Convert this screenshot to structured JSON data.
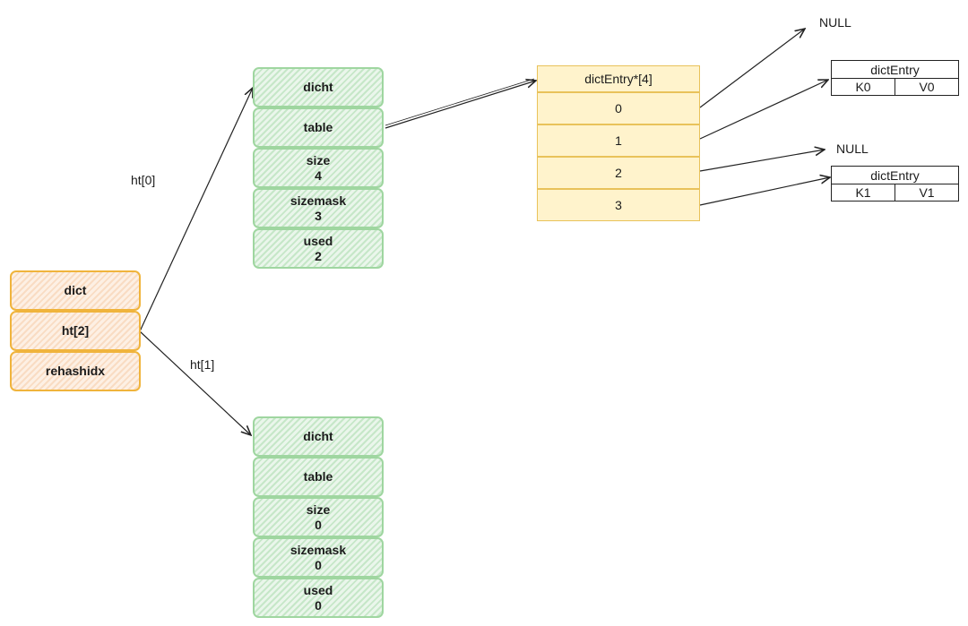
{
  "dict": {
    "title": "dict",
    "ht": "ht[2]",
    "rehashidx": "rehashidx"
  },
  "edges": {
    "ht0": "ht[0]",
    "ht1": "ht[1]"
  },
  "ht0": {
    "dicht": "dicht",
    "table": "table",
    "size_label": "size",
    "size_value": "4",
    "sizemask_label": "sizemask",
    "sizemask_value": "3",
    "used_label": "used",
    "used_value": "2"
  },
  "ht1": {
    "dicht": "dicht",
    "table": "table",
    "size_label": "size",
    "size_value": "0",
    "sizemask_label": "sizemask",
    "sizemask_value": "0",
    "used_label": "used",
    "used_value": "0"
  },
  "table_array": {
    "header": "dictEntry*[4]",
    "slots": [
      "0",
      "1",
      "2",
      "3"
    ]
  },
  "entries": {
    "null_a": "NULL",
    "null_b": "NULL",
    "entry0": {
      "title": "dictEntry",
      "key": "K0",
      "value": "V0"
    },
    "entry1": {
      "title": "dictEntry",
      "key": "K1",
      "value": "V1"
    }
  },
  "colors": {
    "dict_border": "#f0b43c",
    "ht_border": "#9fd6a0",
    "array_fill": "#fff3cc"
  }
}
